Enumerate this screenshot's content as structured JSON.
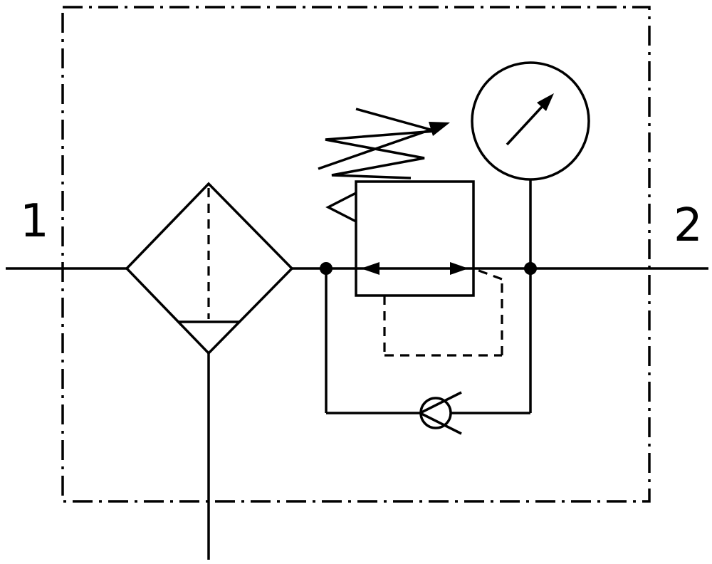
{
  "diagram": {
    "kind": "pneumatic-circuit-schematic",
    "colors": {
      "line": "#000000",
      "background": "#ffffff"
    },
    "ports": {
      "inlet_label": "1",
      "outlet_label": "2"
    },
    "components": [
      "enclosure-dash-dot-border",
      "main-flow-line",
      "air-filter-with-water-separator",
      "condensate-drain-line",
      "pressure-regulator",
      "adjustable-spring",
      "pilot-control-dashed-line",
      "bypass-check-valve",
      "pressure-gauge",
      "junction-node-left",
      "junction-node-right"
    ]
  }
}
